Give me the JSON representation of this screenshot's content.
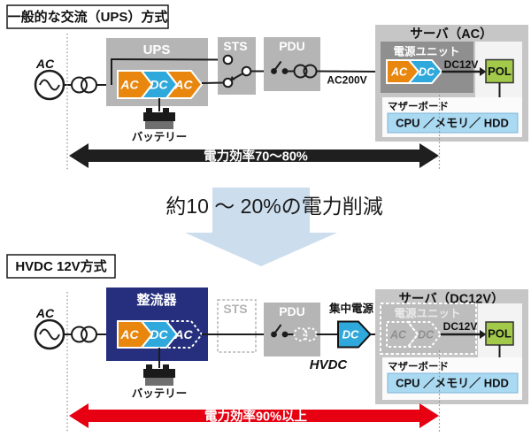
{
  "colors": {
    "accent_orange": "#e8860d",
    "accent_blue": "#2fa8dc",
    "rectifier_navy": "#252f7d",
    "box_gray": "#b5b5b5",
    "server_gray": "#c6c6c6",
    "psu_gray": "#8f8f8f",
    "psu_ghost_gray": "#bdbdbd",
    "pol_green": "#a2c94a",
    "cpu_blue": "#aad9f2",
    "efficiency_black": "#1f1f1f",
    "efficiency_red": "#e60012",
    "transition_blue": "#ccdded"
  },
  "panel_top": {
    "title": "一般的な交流（UPS）方式",
    "ac_source_label": "AC",
    "ups_label": "UPS",
    "stage1": "AC",
    "stage2": "DC",
    "stage3": "AC",
    "battery_label": "バッテリー",
    "sts_label": "STS",
    "pdu_label": "PDU",
    "line_voltage_label": "AC200V",
    "server_title": "サーバ（AC）",
    "psu_label": "電源ユニット",
    "psu_stage1": "AC",
    "psu_stage2": "DC",
    "dc_output_label": "DC12V",
    "pol_label": "POL",
    "motherboard_label": "マザーボード",
    "components_label": "CPU ／メモリ／ HDD",
    "efficiency_label": "電力効率70～80%"
  },
  "transition": {
    "label": "約10 ～ 20%の電力削減"
  },
  "panel_bottom": {
    "title": "HVDC 12V方式",
    "ac_source_label": "AC",
    "rectifier_label": "整流器",
    "stage1": "AC",
    "stage2": "DC",
    "stage3": "AC",
    "battery_label": "バッテリー",
    "sts_label": "STS",
    "pdu_label": "PDU",
    "central_power_label": "集中電源",
    "dc_bus_label": "DC",
    "hvdc_label": "HVDC",
    "server_title": "サーバ（DC12V）",
    "psu_label": "電源ユニット",
    "psu_stage1": "AC",
    "psu_stage2": "DC",
    "dc_output_label": "DC12V",
    "pol_label": "POL",
    "motherboard_label": "マザーボード",
    "components_label": "CPU ／メモリ／ HDD",
    "efficiency_label": "電力効率90%以上"
  }
}
